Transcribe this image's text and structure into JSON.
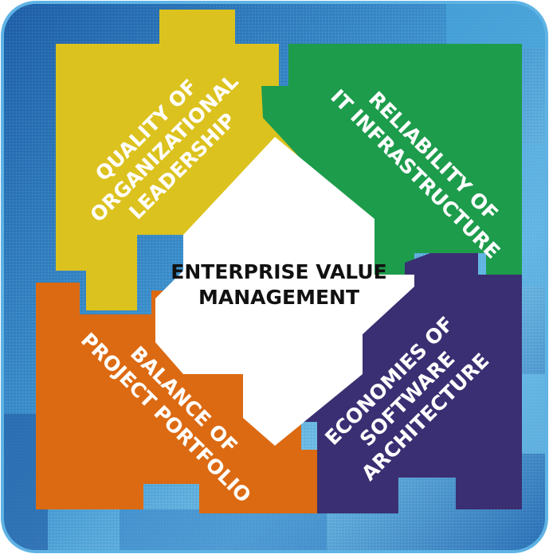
{
  "center": {
    "lines": [
      "ENTERPRISE VALUE",
      "MANAGEMENT"
    ]
  },
  "pieces": {
    "top_left": {
      "lines": [
        "QUALITY OF",
        "ORGANIZATIONAL",
        "LEADERSHIP"
      ],
      "color": "#dcc21e"
    },
    "top_right": {
      "lines": [
        "RELIABILITY OF",
        "IT INFRASTRUCTURE"
      ],
      "color": "#1d9c4c"
    },
    "bottom_left": {
      "lines": [
        "BALANCE OF",
        "PROJECT PORTFOLIO"
      ],
      "color": "#dc6a12"
    },
    "bottom_right": {
      "lines": [
        "ECONOMIES OF",
        "SOFTWARE",
        "ARCHITECTURE"
      ],
      "color": "#3a2f72"
    }
  },
  "colors": {
    "background_blue": "#2a6fb6",
    "background_light": "#7bc4e8",
    "center_fill": "#ffffff",
    "label_text": "#ffffff",
    "center_text": "#111111"
  }
}
